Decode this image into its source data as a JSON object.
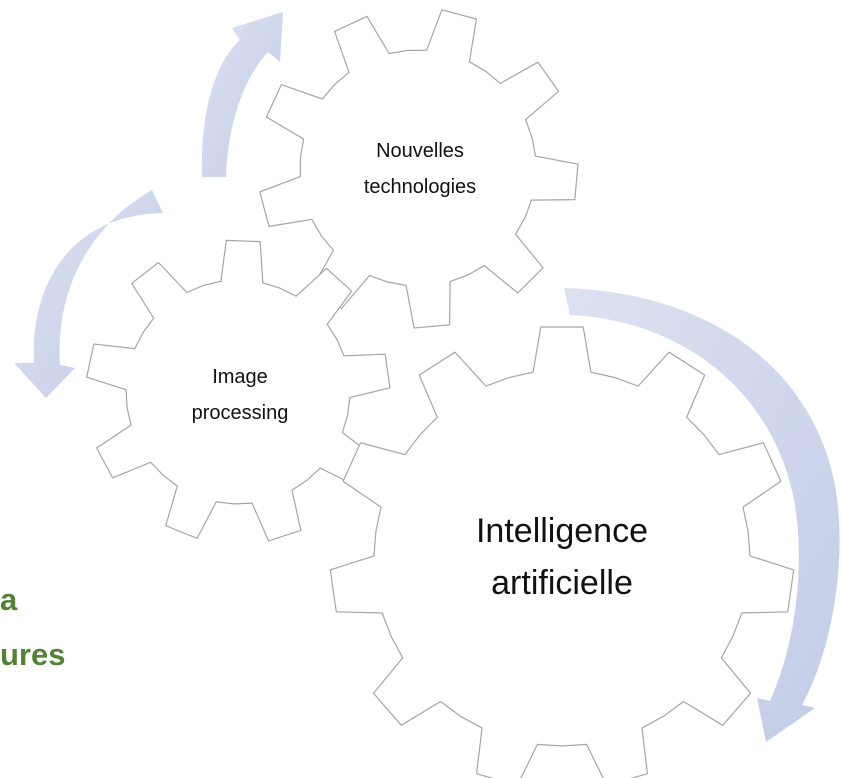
{
  "diagram": {
    "gears": [
      {
        "id": "gear-top",
        "lines": [
          "Nouvelles",
          "technologies"
        ]
      },
      {
        "id": "gear-left",
        "lines": [
          "Image",
          "processing"
        ]
      },
      {
        "id": "gear-right",
        "lines": [
          "Intelligence",
          "artificielle"
        ]
      }
    ],
    "clipped_text": [
      "a",
      "ures"
    ],
    "colors": {
      "gear_fill": "#ffffff",
      "gear_stroke": "#a6a6a6",
      "arrow": "#c9d1e8",
      "clipped_text": "#548235"
    }
  }
}
